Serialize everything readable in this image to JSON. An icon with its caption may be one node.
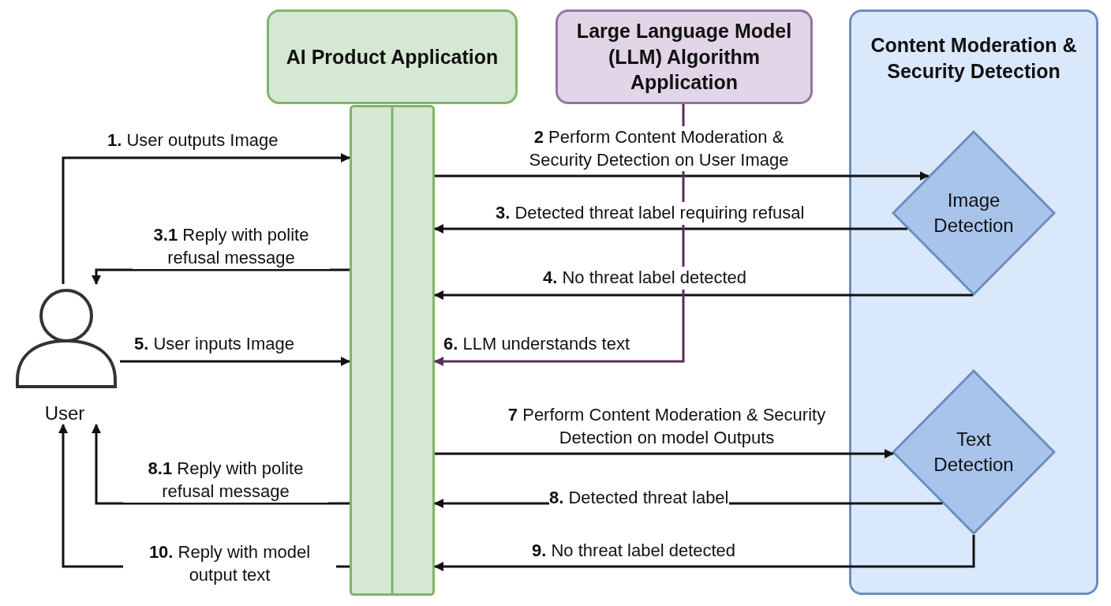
{
  "diagram": {
    "nodes": [
      {
        "text": [
          "AI Product Application"
        ]
      },
      {
        "text": [
          "Large Language Model (LLM) Algorithm Application"
        ]
      },
      {
        "text": [
          "Content Moderation & Security Detection"
        ]
      },
      {
        "text": [
          "Image Detection"
        ],
        "in": 2
      },
      {
        "text": [
          "Text Detection"
        ],
        "in": 2
      },
      {
        "text": [
          "User"
        ]
      },
      {
        "text": [],
        "shape": "bar"
      }
    ],
    "edges": [
      {
        "from": 5,
        "to": 6,
        "arrow": "to",
        "label": "**1.** User outputs Image"
      },
      {
        "from": 6,
        "to": 3,
        "arrow": "to",
        "label": "**2** Perform Content Moderation & Security Detection on User Image"
      },
      {
        "from": 3,
        "to": 6,
        "arrow": "to",
        "label": "**3.** Detected threat label requiring refusal"
      },
      {
        "from": 6,
        "to": 5,
        "arrow": "to",
        "label": "**3.1** Reply with polite refusal message"
      },
      {
        "from": 3,
        "to": 6,
        "arrow": "to",
        "label": "**4.** No threat label detected"
      },
      {
        "from": 5,
        "to": 6,
        "arrow": "to",
        "label": "**5.** User inputs Image"
      },
      {
        "from": 1,
        "to": 6,
        "arrow": "to",
        "label": "**6.** LLM understands text",
        "color": "#5a2d5a"
      },
      {
        "from": 6,
        "to": 4,
        "arrow": "to",
        "label": "**7** Perform Content Moderation & Security Detection on model Outputs"
      },
      {
        "from": 4,
        "to": 6,
        "arrow": "to",
        "label": "**8.** Detected threat label"
      },
      {
        "from": 6,
        "to": 5,
        "arrow": "to",
        "label": "**8.1** Reply with polite refusal message"
      },
      {
        "from": 4,
        "to": 6,
        "arrow": "to",
        "label": "**9.** No threat label detected"
      },
      {
        "from": 6,
        "to": 5,
        "arrow": "to",
        "label": "**10.** Reply with model output text"
      }
    ]
  }
}
